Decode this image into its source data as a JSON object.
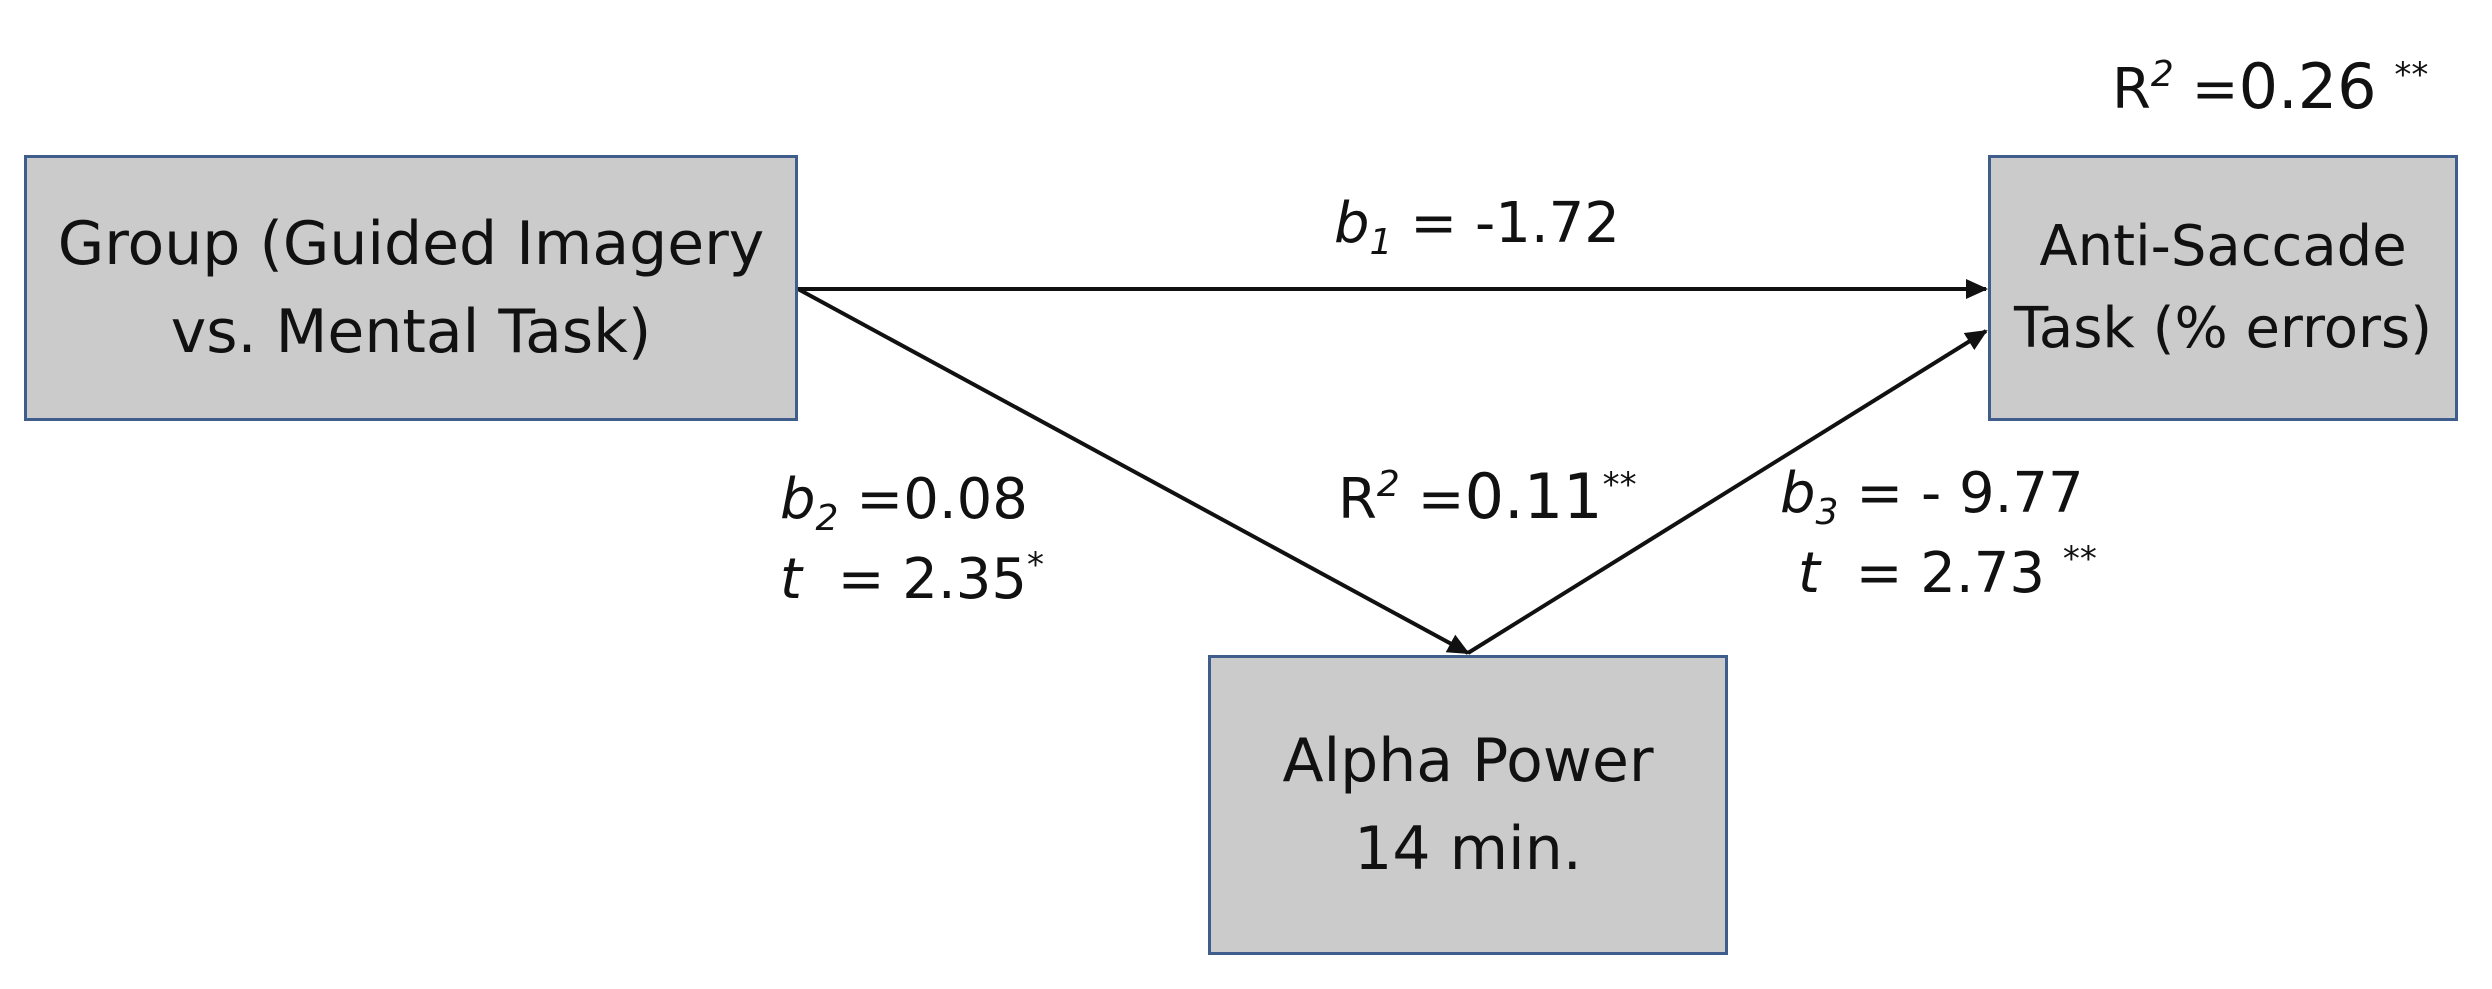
{
  "boxes": {
    "group": {
      "line1": "Group (Guided Imagery",
      "line2": "vs. Mental Task)"
    },
    "anti_saccade": {
      "line1": "Anti-Saccade",
      "line2": "Task (% errors)"
    },
    "alpha": {
      "line1": "Alpha Power",
      "line2": "14 min."
    }
  },
  "paths": {
    "b1": {
      "symbol": "b",
      "subscript": "1",
      "value": "= -1.72"
    },
    "b2": {
      "symbol": "b",
      "subscript": "2",
      "value": "=0.08",
      "t_symbol": "t",
      "t_value": "= 2.35",
      "t_sig": "*"
    },
    "b3": {
      "symbol": "b",
      "subscript": "3",
      "value": "= - 9.77",
      "t_symbol": "t",
      "t_value": "= 2.73",
      "t_sig": "**"
    }
  },
  "r_squared": {
    "mediator": {
      "symbol": "R",
      "exponent": "2",
      "eq": "=",
      "value": "0.11",
      "sig": "**"
    },
    "outcome": {
      "symbol": "R",
      "exponent": "2",
      "eq": "=",
      "value": "0.26",
      "sig": "**"
    }
  },
  "colors": {
    "box_fill": "#cbcbcb",
    "box_border": "#3f5e8c",
    "arrow": "#111111"
  }
}
